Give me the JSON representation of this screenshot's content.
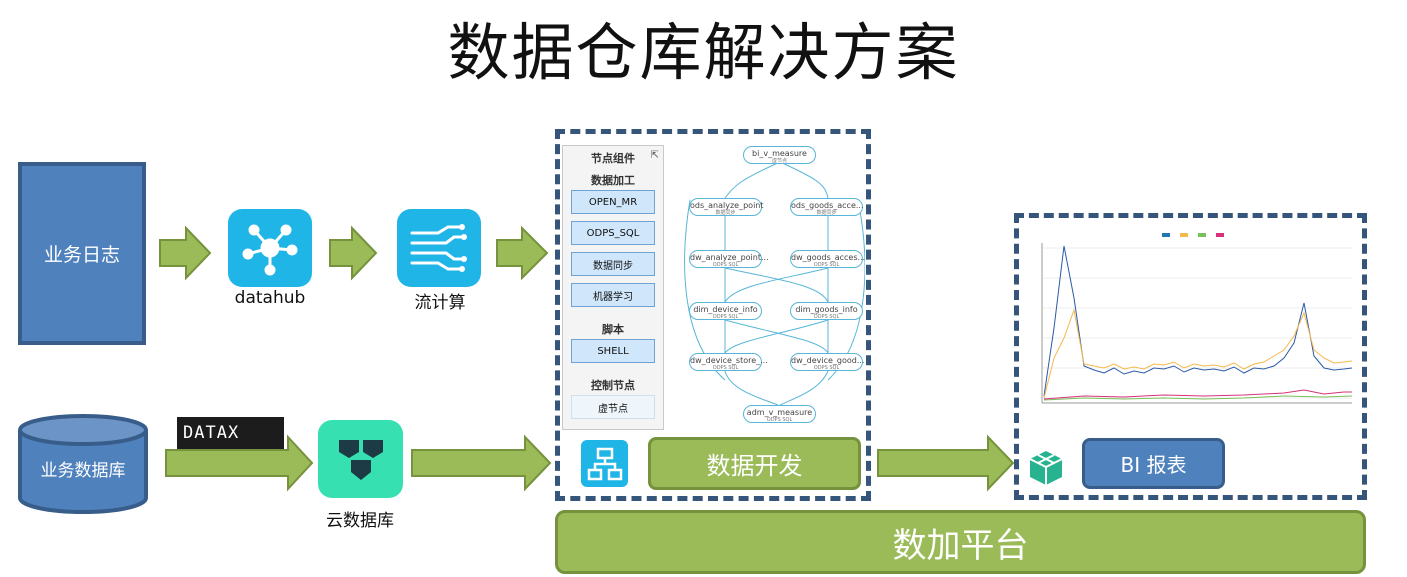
{
  "title": "数据仓库解决方案",
  "sources": {
    "log_label": "业务日志",
    "db_label": "业务数据库"
  },
  "tools": {
    "datahub_label": "datahub",
    "stream_label": "流计算",
    "datax_logo": "DATAX",
    "clouddb_label": "云数据库"
  },
  "panel": {
    "header": "节点组件",
    "section1": "数据加工",
    "btn_mr": "OPEN_MR",
    "btn_sql": "ODPS_SQL",
    "btn_sync": "数据同步",
    "btn_ml": "机器学习",
    "section2": "脚本",
    "btn_shell": "SHELL",
    "section3": "控制节点",
    "btn_virtual": "虚节点"
  },
  "flow": {
    "n1": "bi_v_measure",
    "n1_sub": "虚节点",
    "n2": "ods_analyze_point",
    "n2_sub": "数据同步",
    "n3": "ods_goods_acce...",
    "n3_sub": "数据同步",
    "n4": "dw_analyze_point...",
    "n4_sub": "ODPS SQL",
    "n5": "dw_goods_acces...",
    "n5_sub": "ODPS SQL",
    "n6": "dim_device_info",
    "n6_sub": "ODPS SQL",
    "n7": "dim_goods_info",
    "n7_sub": "ODPS SQL",
    "n8": "dw_device_store_...",
    "n8_sub": "ODPS SQL",
    "n9": "dw_device_good...",
    "n9_sub": "ODPS SQL",
    "n10": "adm_v_measure",
    "n10_sub": "ODPS SQL"
  },
  "buttons": {
    "dev": "数据开发",
    "bi": "BI 报表",
    "platform": "数加平台"
  },
  "colors": {
    "source_blue": "#4f81bd",
    "arrow_green": "#9bbb59",
    "dashed_border": "#35557a",
    "datahub_cyan": "#1fb5e6",
    "clouddb_teal": "#36e0b0"
  },
  "icons": [
    "datahub-icon",
    "stream-compute-icon",
    "cloud-database-icon",
    "flowchart-icon",
    "bi-cube-icon"
  ]
}
